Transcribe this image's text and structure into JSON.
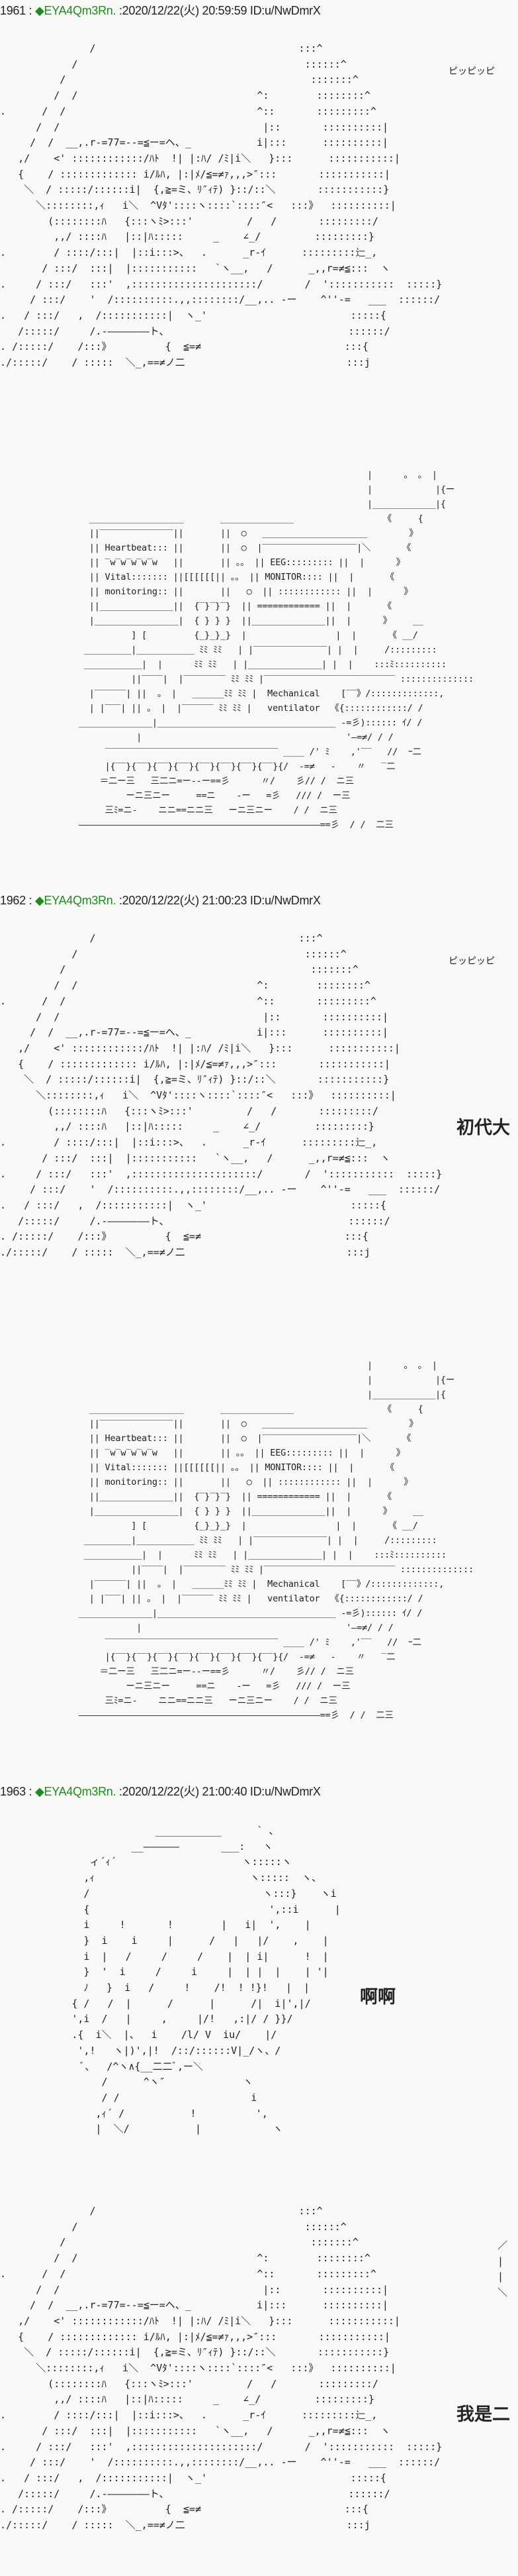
{
  "colors": {
    "background": "#f8f8f7",
    "trip_name": "#1f8a1f",
    "text": "#222222"
  },
  "posts": [
    {
      "number": "1961",
      "sep": " : ",
      "trip": "◆EYA4Qm3Rn.",
      "meta": " :2020/12/22(火) 20:59:59 ID:u/NwDmrX",
      "sfx": "ピッピッピ"
    },
    {
      "number": "1962",
      "sep": " : ",
      "trip": "◆EYA4Qm3Rn.",
      "meta": " :2020/12/22(火) 21:00:23 ID:u/NwDmrX",
      "sfx": "ピッピッピ",
      "dialogue": "初代大"
    },
    {
      "number": "1963",
      "sep": " : ",
      "trip": "◆EYA4Qm3Rn.",
      "meta": " :2020/12/22(火) 21:00:40 ID:u/NwDmrX",
      "dialogue_1": "啊啊",
      "dialogue_2": "我是二"
    }
  ],
  "art": {
    "face": [
      "               /                                  :::^",
      "            /                                      ::::::^",
      "          /                                         :::::::^",
      "         /  /                              ^:        ::::::::^",
      ".      /  /                                ^::       :::::::::^",
      "      /  /                                  |::       ::::::::::|",
      "     /  /  __,.r-=77=--=≦ー=ヘ、_           i|:::      ::::::::::|",
      "   ,/    <' ::::::::::::/ﾊﾄ  !| |:ﾊ/ /ﾐ|i＼   }:::      :::::::::::|",
      "   {    / ::::::::::::: i/ﾙﾊ, |:|ﾒ/≦=≠ｧ,,,>″:::       :::::::::::|",
      "    ＼  / :::::/::::::i|  {,≧=ミ、ﾘ″ｨﾃ) }::/::＼       :::::::::::}",
      "      ＼::::::::,ｨ   i＼  ^Vﾀ'::::ヽ::::`::::″<   :::》  ::::::::::|",
      "        (::::::::ﾊ   {:::ヽﾐ>:::'         /   /       :::::::::/",
      "         ,,/ ::::ﾊ   |::|ﾊ:::::     _    ∠_/         :::::::::}",
      ".        / ::::/:::|  |::i:::>、  .      _r-ｲ      :::::::::辷_,",
      "       / :::/  :::|  |:::::::::::   `ヽ__,   /      _,,r=≠≦:::  ヽ",
      ".     / :::/   :::'  ,:::::::::::::::::::::/       /  ':::::::::::  :::::}",
      "     / :::/    '  /::::::::::.,,::::::::/__,.. -ー    ^''-=   ___  ::::::/",
      ".   / :::/   ,  /:::::::::::|  ヽ_'                        :::::{",
      "   /:::::/     /.-———————ト、                              ::::::/",
      ". /:::::/    /:::》         {  ≦=≠                        :::{",
      "./:::::/    / :::::  ＼_,==≠ノ二                           :::j"
    ],
    "computer": [
      "                                                                      |      。 。 |",
      "                                                                      |            |{ー",
      "                                                                      |____________|{",
      "                 __________________       ______________                 《     {",
      "                 ||‾‾‾‾‾‾‾‾‾‾‾‾‾‾||       ||  ○   ____________________        》",
      "                 || Heartbeat::: ||       ||  ○  |‾‾‾‾‾‾‾‾‾‾‾‾‾‾‾‾‾‾|＼      《",
      "                 || ‾w‾w‾w‾w‾w   ||       || 。。 || EEG::::::::: ||  |      》",
      "                 || Vital::::::: ||[[[[[[|| 。。 || MONITOR:::: ||  |      《",
      "                 || monitoring:: ||       ||   ○  || :::::::::::: ||  |      》",
      "                 ||______________||  {‾}‾}‾}  || ============ ||  |      《",
      "                 |________________|  { } } }  ||______________||  |      》    __",
      "                         ] [         {_}_}_}  |                 |  |      《 __/",
      "                _________|___________ ﾐﾐ ﾐﾐ   | |‾‾‾‾‾‾‾‾‾‾‾‾‾‾| |  |     /:::::::::",
      "                ___________|  |      ﾐﾐ ﾐﾐ   | |______________| |  |    :::ﾐ::::::::::",
      "                         ||‾‾‾‾|  |‾‾‾‾‾‾‾‾ ﾐﾐ ﾐﾐ |‾‾‾‾‾‾‾‾‾‾‾‾‾‾‾‾‾‾‾‾‾‾‾‾‾ ::::::::::::::",
      "                 |‾‾‾‾‾‾| ||  。 |   ______ﾐﾐ ﾐﾐ |  Mechanical    [‾‾》/:::::::::::::,",
      "                 | |‾‾‾| || 。 |  |‾‾‾‾‾‾ ﾐﾐ ﾐﾐ |   ventilator  《{::::::::::::/ /",
      "               ______________|__________________________________ -=彡):::::: ｲ/ /",
      "                          |                                       '—=≠/ / /",
      "                    ‾‾‾‾‾‾‾‾‾‾‾‾‾‾‾‾‾‾‾‾‾‾‾‾‾‾‾‾‾‾‾‾‾ ____ /' ﾐ    ,'‾‾   //  ｰ二",
      "                    |{‾‾}{‾‾}{‾‾}{‾‾}{‾‾}{‾‾}{‾‾}{‾‾}{/  -=≠   -    〃   ‾二",
      "                   ＝二ー三   三二ニ=ー--ー==彡      〃/    彡// /  ニ三",
      "                        ーニ三ニー     ==ニ    -ー   =彡   /// /  ー三",
      "                    三ﾐ=ニ-    ニニ==ニニ三   ーニ三ニー    / /  ニ三",
      "               ——————————————————————————————————————————————==彡  / /  二三"
    ],
    "head_back": [
      "                          ___________      ` 、",
      "                      __——————       ___:   ヽ",
      "               ィ´ｨ´                     ヽ:::::ヽ",
      "              ,ｨ                          ヽ:::::  ヽ、",
      "              /                             ヽ:::}    ヽi",
      "              {                              ',::i      |",
      "              i     !       !        |   i|  ',    |",
      "              }  i    i     |      /   |   |/    ,    |",
      "              i  |   /     /     /    |  | i|      !  |",
      "              }  '  i     /     i     |  | |  |    | '|",
      "              ﾉ   }  i   /     !    /!  ! !}!   |  |",
      "            { /   /  |      /      |      /|  i|',|/",
      "            ',i  /   |     ,     |/!   ,:|/ / }}/",
      "            .{  i＼  |、  i    /l/ V  iu/    |/",
      "             ',!   ヽ|)',|!  /::/::::::V|_/ヽ、/",
      "              ﾞ、  /^ヽ∧{__二二ﾞ,ー＼",
      "                 /      ^ヽ″             ヽ",
      "                 / /                      i",
      "                ,ｨ´ /           !          ',",
      "                |  ＼/           |            ヽ"
    ],
    "hex_fragment": [
      "／",
      "|",
      "|",
      "＼"
    ]
  }
}
